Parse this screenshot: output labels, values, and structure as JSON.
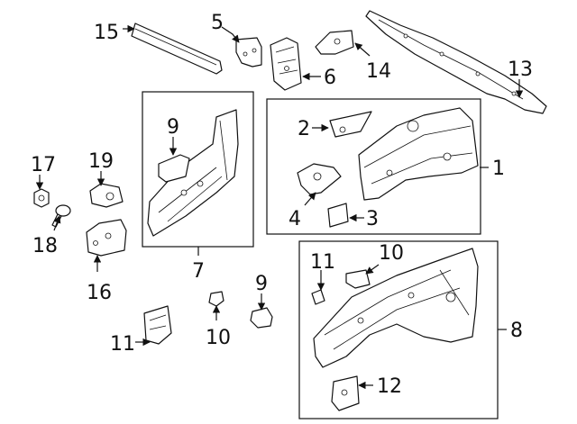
{
  "callouts": {
    "c1": "1",
    "c2": "2",
    "c3": "3",
    "c4": "4",
    "c5": "5",
    "c6": "6",
    "c7": "7",
    "c8": "8",
    "c9a": "9",
    "c9b": "9",
    "c10a": "10",
    "c10b": "10",
    "c11a": "11",
    "c11b": "11",
    "c12": "12",
    "c13": "13",
    "c14": "14",
    "c15": "15",
    "c16": "16",
    "c17": "17",
    "c18": "18",
    "c19": "19"
  }
}
